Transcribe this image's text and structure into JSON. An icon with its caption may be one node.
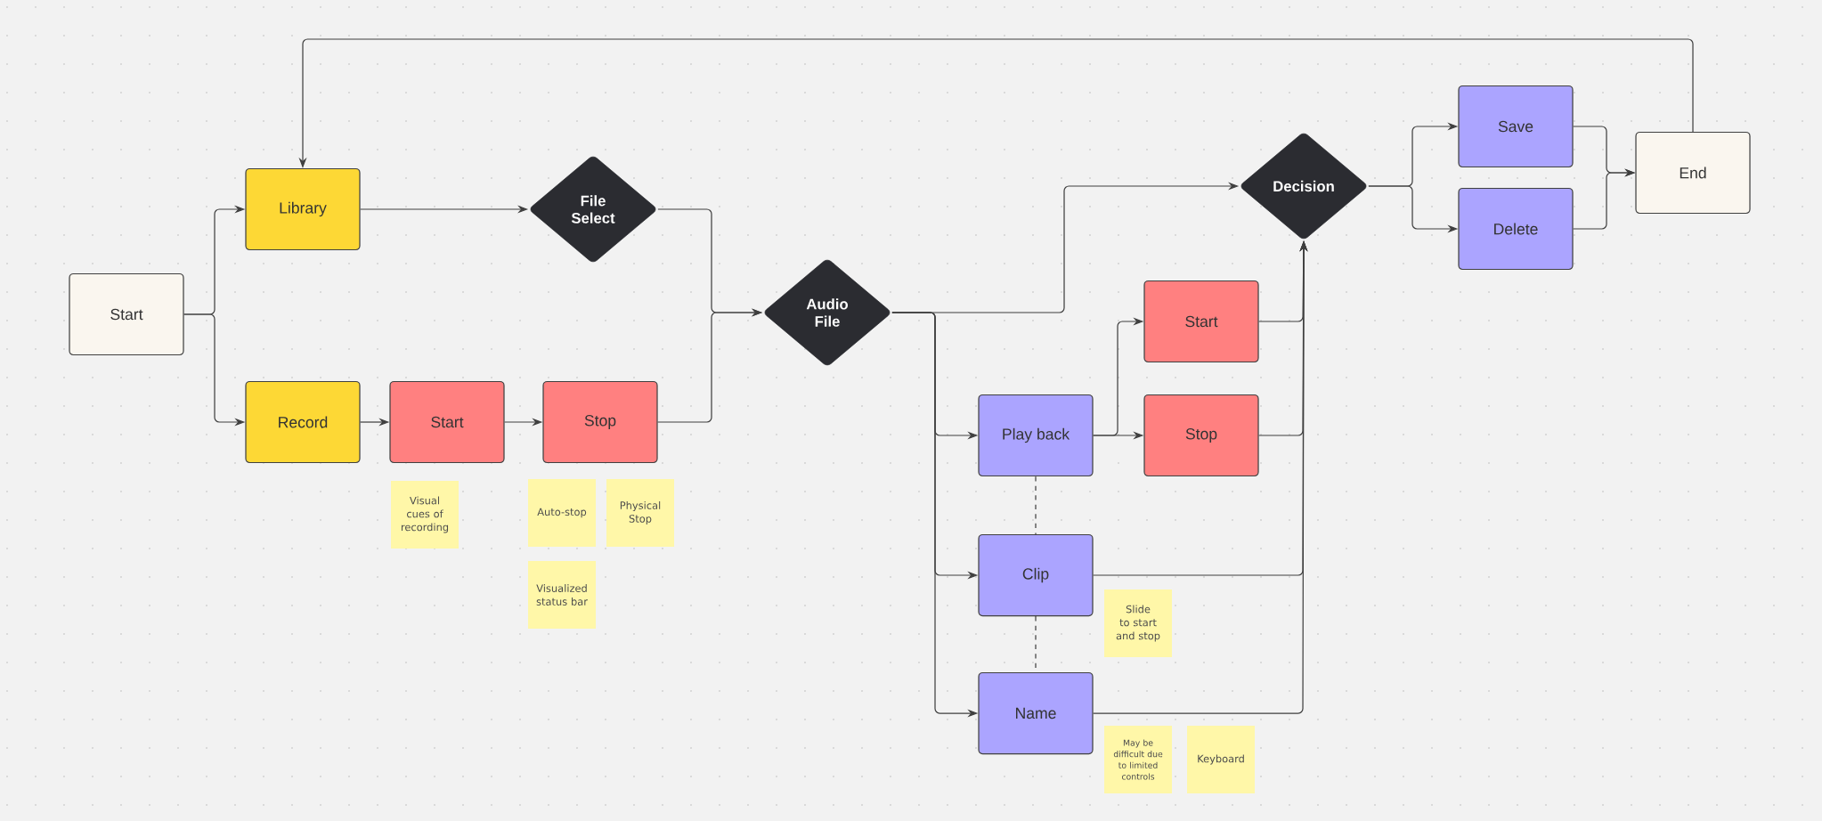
{
  "diagram": {
    "nodes": [
      {
        "text": [
          "Start"
        ]
      },
      {
        "text": [
          "Library"
        ]
      },
      {
        "text": [
          "Record"
        ]
      },
      {
        "text": [
          "Start"
        ]
      },
      {
        "text": [
          "Stop"
        ]
      },
      {
        "text": [
          "Visual cues of recording"
        ]
      },
      {
        "text": [
          "Auto-stop"
        ]
      },
      {
        "text": [
          "Physical Stop"
        ]
      },
      {
        "text": [
          "Visualized status bar"
        ]
      },
      {
        "text": [
          "File Select"
        ]
      },
      {
        "text": [
          "Audio File"
        ]
      },
      {
        "text": [
          "Decision"
        ]
      },
      {
        "text": [
          "Play back"
        ]
      },
      {
        "text": [
          "Start"
        ]
      },
      {
        "text": [
          "Stop"
        ]
      },
      {
        "text": [
          "Clip"
        ]
      },
      {
        "text": [
          "Slide to start and stop"
        ]
      },
      {
        "text": [
          "Name"
        ]
      },
      {
        "text": [
          "May be difficult due to limited controls"
        ]
      },
      {
        "text": [
          "Keyboard"
        ]
      },
      {
        "text": [
          "Save"
        ]
      },
      {
        "text": [
          "Delete"
        ]
      },
      {
        "text": [
          "End"
        ]
      }
    ],
    "edges": [
      {
        "from": 0,
        "to": 1,
        "arrow": "to"
      },
      {
        "from": 0,
        "to": 2,
        "arrow": "to"
      },
      {
        "from": 1,
        "to": 9,
        "arrow": "to"
      },
      {
        "from": 2,
        "to": 3,
        "arrow": "to"
      },
      {
        "from": 3,
        "to": 4,
        "arrow": "to"
      },
      {
        "from": 9,
        "to": 10,
        "arrow": "to"
      },
      {
        "from": 4,
        "to": 10,
        "arrow": "to"
      },
      {
        "from": 10,
        "to": 11,
        "arrow": "to"
      },
      {
        "from": 10,
        "to": 12,
        "arrow": "to"
      },
      {
        "from": 10,
        "to": 15,
        "arrow": "to"
      },
      {
        "from": 10,
        "to": 17,
        "arrow": "to"
      },
      {
        "from": 12,
        "to": 13,
        "arrow": "to"
      },
      {
        "from": 12,
        "to": 14,
        "arrow": "to"
      },
      {
        "from": 13,
        "to": 11,
        "arrow": "to"
      },
      {
        "from": 14,
        "to": 11,
        "arrow": "to"
      },
      {
        "from": 15,
        "to": 11,
        "arrow": "to"
      },
      {
        "from": 17,
        "to": 11,
        "arrow": "to"
      },
      {
        "from": 11,
        "to": 20,
        "arrow": "to"
      },
      {
        "from": 11,
        "to": 21,
        "arrow": "to"
      },
      {
        "from": 20,
        "to": 22,
        "arrow": "to"
      },
      {
        "from": 21,
        "to": 22,
        "arrow": "to"
      },
      {
        "from": 22,
        "to": 1,
        "arrow": "to"
      },
      {
        "from": 12,
        "to": 15,
        "arrow": "none",
        "style": "dashed"
      },
      {
        "from": 15,
        "to": 17,
        "arrow": "none",
        "style": "dashed"
      }
    ]
  }
}
